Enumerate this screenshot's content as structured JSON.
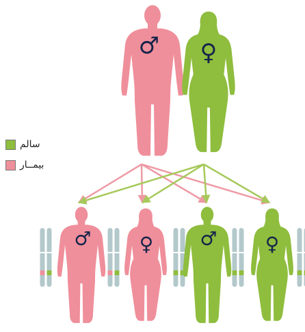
{
  "colors": {
    "affected": "#ef8f9b",
    "healthy": "#8fbd3e",
    "affected_arrow": "#ee9aa5",
    "healthy_arrow": "#a6c95a",
    "symbol": "#16244a",
    "chromosome": "#b3c8cb"
  },
  "legend": [
    {
      "label": "سالم",
      "status": "healthy"
    },
    {
      "label": "بیمــار",
      "status": "affected"
    }
  ],
  "parents": [
    {
      "id": "father",
      "sex": "male",
      "status": "affected",
      "symbol": "♂"
    },
    {
      "id": "mother",
      "sex": "female",
      "status": "healthy",
      "symbol": "♀"
    }
  ],
  "children": [
    {
      "id": "child-1",
      "sex": "male",
      "status": "affected",
      "symbol": "♂"
    },
    {
      "id": "child-2",
      "sex": "female",
      "status": "affected",
      "symbol": "♀"
    },
    {
      "id": "child-3",
      "sex": "male",
      "status": "healthy",
      "symbol": "♂"
    },
    {
      "id": "child-4",
      "sex": "female",
      "status": "healthy",
      "symbol": "♀"
    }
  ],
  "inheritance_arrows": [
    {
      "from": "father",
      "to": "child-1"
    },
    {
      "from": "father",
      "to": "child-2"
    },
    {
      "from": "father",
      "to": "child-3"
    },
    {
      "from": "father",
      "to": "child-4"
    },
    {
      "from": "mother",
      "to": "child-1"
    },
    {
      "from": "mother",
      "to": "child-2"
    },
    {
      "from": "mother",
      "to": "child-3"
    },
    {
      "from": "mother",
      "to": "child-4"
    }
  ],
  "chromosome_pairs": [
    {
      "marked": "affected"
    },
    {
      "marked": "affected"
    },
    {
      "marked": "healthy"
    },
    {
      "marked": "healthy"
    },
    {
      "marked": "healthy"
    }
  ]
}
